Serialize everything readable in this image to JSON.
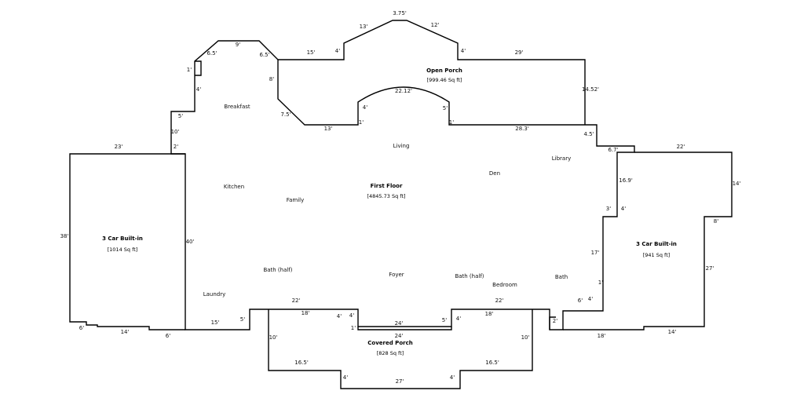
{
  "areas": {
    "first_floor": {
      "name": "First Floor",
      "size": "[4845.73 Sq ft]"
    },
    "open_porch": {
      "name": "Open Porch",
      "size": "[999.46 Sq ft]"
    },
    "garage_left": {
      "name": "3 Car Built-in",
      "size": "[1014 Sq ft]"
    },
    "garage_right": {
      "name": "3 Car Built-in",
      "size": "[941 Sq ft]"
    },
    "covered_porch": {
      "name": "Covered Porch",
      "size": "[828 Sq ft]"
    }
  },
  "rooms": {
    "breakfast": "Breakfast",
    "living": "Living",
    "den": "Den",
    "library": "Library",
    "kitchen": "Kitchen",
    "family": "Family",
    "bath_half_left": "Bath (half)",
    "foyer": "Foyer",
    "bath_half_right": "Bath (half)",
    "bedroom": "Bedroom",
    "bath": "Bath",
    "laundry": "Laundry"
  },
  "dimensions": {
    "porch_peak": "3.75'",
    "porch_slope_left": "13'",
    "porch_slope_right": "12'",
    "breakfast_top": "9'",
    "bay_left_a": "6.5'",
    "bay_left_b": "1'",
    "bay_right": "6.5'",
    "porch_left_top": "15'",
    "porch_step_left": "4'",
    "porch_step_right": "4'",
    "porch_right_top": "29'",
    "porch_left_side": "8'",
    "arch": "22.12'",
    "porch_right_side": "14.52'",
    "diag_left": "7.5'",
    "porch_bottom_left": "13'",
    "arch_left": "4'",
    "arch_right": "5'",
    "arch_foot_left": "1'",
    "arch_foot_right": "1'",
    "porch_bottom_right": "28.3'",
    "step_4_5": "4.5'",
    "library_top": "6.7'",
    "breakfast_left": "4'",
    "left_wall_a": "5'",
    "left_wall_b": "10'",
    "left_wall_c": "2'",
    "garage_left_top": "23'",
    "garage_left_side": "38'",
    "house_left_side": "40'",
    "garage_left_bottom_a": "6'",
    "garage_left_bottom_b": "14'",
    "garage_left_bottom_c": "6'",
    "right_side_a": "16.9'",
    "right_step_a": "3'",
    "right_step_b": "4'",
    "right_side_b": "17'",
    "right_side_c": "1'",
    "garage_right_top": "22'",
    "garage_right_side_a": "14'",
    "garage_right_step": "8'",
    "garage_right_side_b": "27'",
    "garage_right_bottom_a": "18'",
    "garage_right_bottom_b": "14'",
    "right_small_a": "6'",
    "right_small_b": "4'",
    "right_small_c": "2'",
    "laundry_bottom": "15'",
    "laundry_step": "5'",
    "cp_top_left": "22'",
    "cp_top_right": "22'",
    "cp_inner_left": "18'",
    "cp_inner_right": "18'",
    "cp_step_a": "4'",
    "cp_step_b": "4'",
    "cp_step_c": "1'",
    "cp_step_d": "5'",
    "cp_step_e": "4'",
    "cp_mid_top": "24'",
    "cp_mid_bottom": "24'",
    "cp_left_side": "10'",
    "cp_right_side": "10'",
    "cp_bottom_left": "16.5'",
    "cp_bottom_right": "16.5'",
    "cp_bottom_step_left": "4'",
    "cp_bottom_step_right": "4'",
    "cp_bottom_center": "27'"
  }
}
